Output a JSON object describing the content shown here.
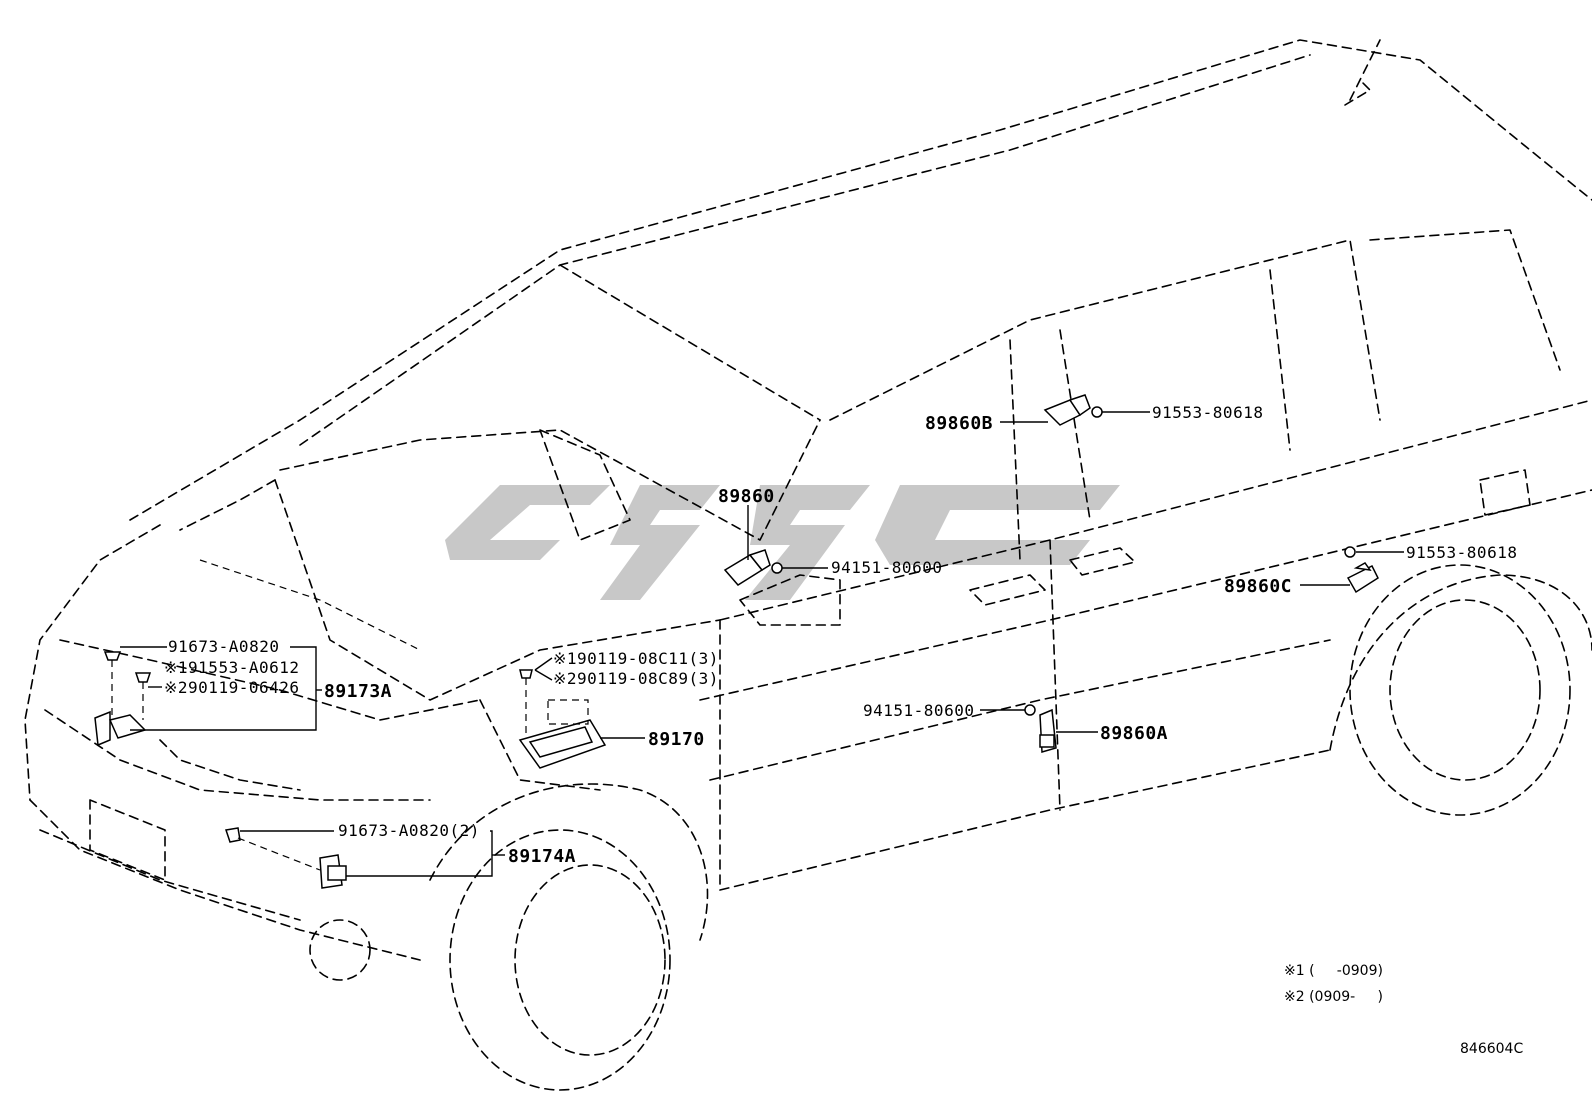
{
  "labels": {
    "p89860B": "89860B",
    "p91553_80618_a": "91553-80618",
    "p89860": "89860",
    "p94151_80600_a": "94151-80600",
    "p91553_80618_b": "91553-80618",
    "p89860C": "89860C",
    "p91673_A0820": "91673-A0820",
    "p91553_A0612": "※191553-A0612",
    "p90119_06426": "※290119-06426",
    "p89173A": "89173A",
    "p90119_08C11": "※190119-08C11(3)",
    "p90119_08C89": "※290119-08C89(3)",
    "p89170": "89170",
    "p94151_80600_b": "94151-80600",
    "p89860A": "89860A",
    "p91673_A0820_2": "91673-A0820(2)",
    "p89174A": "89174A"
  },
  "notes": {
    "n1": "※1 (     -0909)",
    "n2": "※2 (0909-     )"
  },
  "diagram_code": "846604C",
  "colors": {
    "line": "#000000",
    "watermark": "#c8c8c8"
  }
}
